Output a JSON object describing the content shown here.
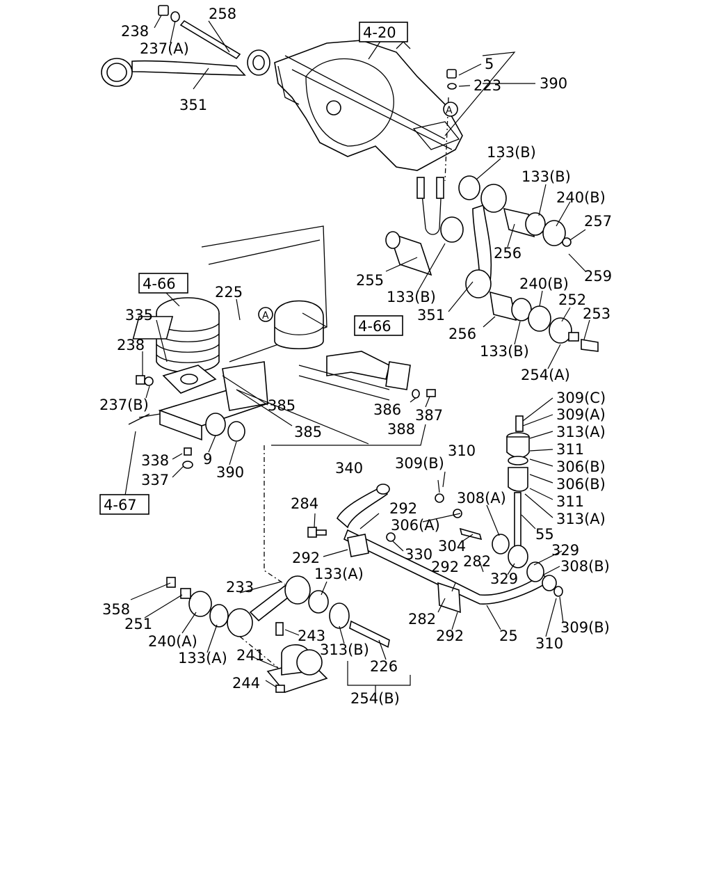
{
  "labels": {
    "l238a": "238",
    "l258": "258",
    "l237a": "237(A)",
    "l351a": "351",
    "l420": "4-20",
    "l5": "5",
    "l223": "223",
    "l390a": "390",
    "lA1": "A",
    "l133b1": "133(B)",
    "l133b2": "133(B)",
    "l240b1": "240(B)",
    "l257": "257",
    "l256a": "256",
    "l259": "259",
    "l255": "255",
    "l133b3": "133(B)",
    "l240b2": "240(B)",
    "l252": "252",
    "l351b": "351",
    "l253": "253",
    "l256b": "256",
    "l133b4": "133(B)",
    "l254a": "254(A)",
    "l466a": "4-66",
    "l225": "225",
    "lA2": "A",
    "l466b": "4-66",
    "l335": "335",
    "l238b": "238",
    "l237b": "237(B)",
    "l385a": "385",
    "l385b": "385",
    "l386": "386",
    "l387": "387",
    "l388": "388",
    "l338": "338",
    "l9": "9",
    "l390b": "390",
    "l340": "340",
    "l337": "337",
    "l467": "4-67",
    "l309c": "309(C)",
    "l309a": "309(A)",
    "l313a1": "313(A)",
    "l311a": "311",
    "l306b1": "306(B)",
    "l306b2": "306(B)",
    "l311b": "311",
    "l313a2": "313(A)",
    "l55": "55",
    "l310a": "310",
    "l309b1": "309(B)",
    "l284": "284",
    "l292a": "292",
    "l308a": "308(A)",
    "l306a": "306(A)",
    "l304": "304",
    "l330": "330",
    "l292b": "292",
    "l329a": "329",
    "l282a": "282",
    "l329b": "329",
    "l308b": "308(B)",
    "l292c": "292",
    "l133a1": "133(A)",
    "l233": "233",
    "l358": "358",
    "l251": "251",
    "l240a": "240(A)",
    "l133a2": "133(A)",
    "l243": "243",
    "l241": "241",
    "l313b": "313(B)",
    "l226": "226",
    "l244": "244",
    "l254b": "254(B)",
    "l282b": "282",
    "l292d": "292",
    "l25": "25",
    "l309b2": "309(B)",
    "l310b": "310"
  }
}
